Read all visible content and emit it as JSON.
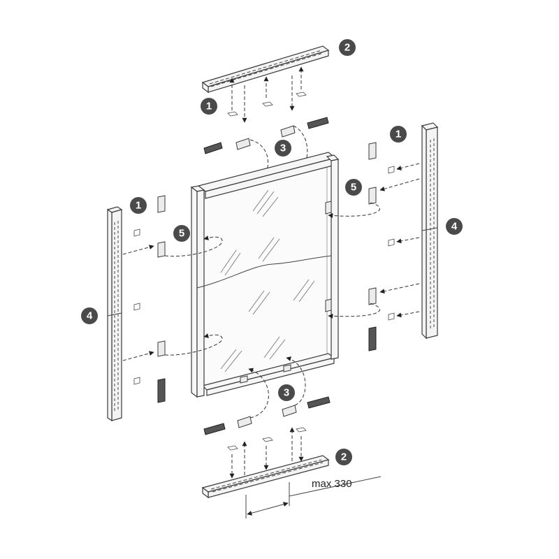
{
  "diagram": {
    "callouts": {
      "c1_top": "1",
      "c2_top": "2",
      "c3_top": "3",
      "c1_right": "1",
      "c5_right": "5",
      "c4_right": "4",
      "c1_left": "1",
      "c5_left": "5",
      "c4_left": "4",
      "c3_bottom": "3",
      "c2_bottom": "2"
    },
    "dimension_label": "max 330",
    "colors": {
      "callout_fill": "#4a4a4a",
      "line": "#333333",
      "background": "#ffffff"
    }
  }
}
